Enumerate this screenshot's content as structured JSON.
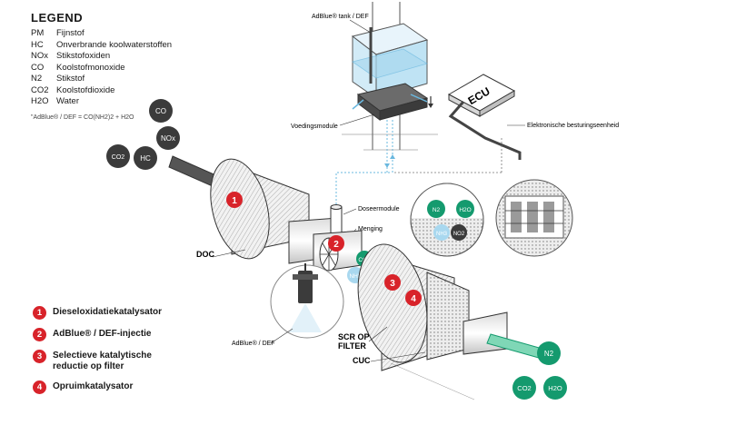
{
  "legend": {
    "title": "LEGEND",
    "entries": [
      {
        "abbr": "PM",
        "desc": "Fijnstof"
      },
      {
        "abbr": "HC",
        "desc": "Onverbrande koolwaterstoffen"
      },
      {
        "abbr": "NOx",
        "desc": "Stikstofoxiden"
      },
      {
        "abbr": "CO",
        "desc": "Koolstofmonoxide"
      },
      {
        "abbr": "N2",
        "desc": "Stikstof"
      },
      {
        "abbr": "CO2",
        "desc": "Koolstofdioxide"
      },
      {
        "abbr": "H2O",
        "desc": "Water"
      }
    ],
    "formula": "\"AdBlue® / DEF = CO(NH2)2 + H2O"
  },
  "components": [
    {
      "num": "1",
      "label": "Dieseloxidatiekatalysator"
    },
    {
      "num": "2",
      "label": "AdBlue® / DEF-injectie"
    },
    {
      "num": "3",
      "label": "Selectieve katalytische reductie op filter"
    },
    {
      "num": "4",
      "label": "Opruimkatalysator"
    }
  ],
  "labels": {
    "tank": "AdBlue® tank / DEF",
    "supply": "Voedingsmodule",
    "ecu": "ECU",
    "ecu_desc": "Elektronische besturingseenheid",
    "dosing": "Doseermodule",
    "mixing": "Menging",
    "doc": "DOC",
    "def_spray": "AdBlue® / DEF",
    "scr_1": "SCR OP",
    "scr_2": "FILTER",
    "cuc": "CUC"
  },
  "molecules": {
    "in": [
      "CO",
      "NOx",
      "CO2",
      "HC"
    ],
    "mid": [
      "CO2",
      "NH3"
    ],
    "zoom": [
      "N2",
      "H2O",
      "NH3",
      "NO2"
    ],
    "out": [
      "N2",
      "CO2",
      "H2O"
    ]
  },
  "colors": {
    "accent_red": "#d8232a",
    "green": "#149a6e",
    "blue_light": "#a9d8ef",
    "gray_dark": "#3b3b3b"
  }
}
